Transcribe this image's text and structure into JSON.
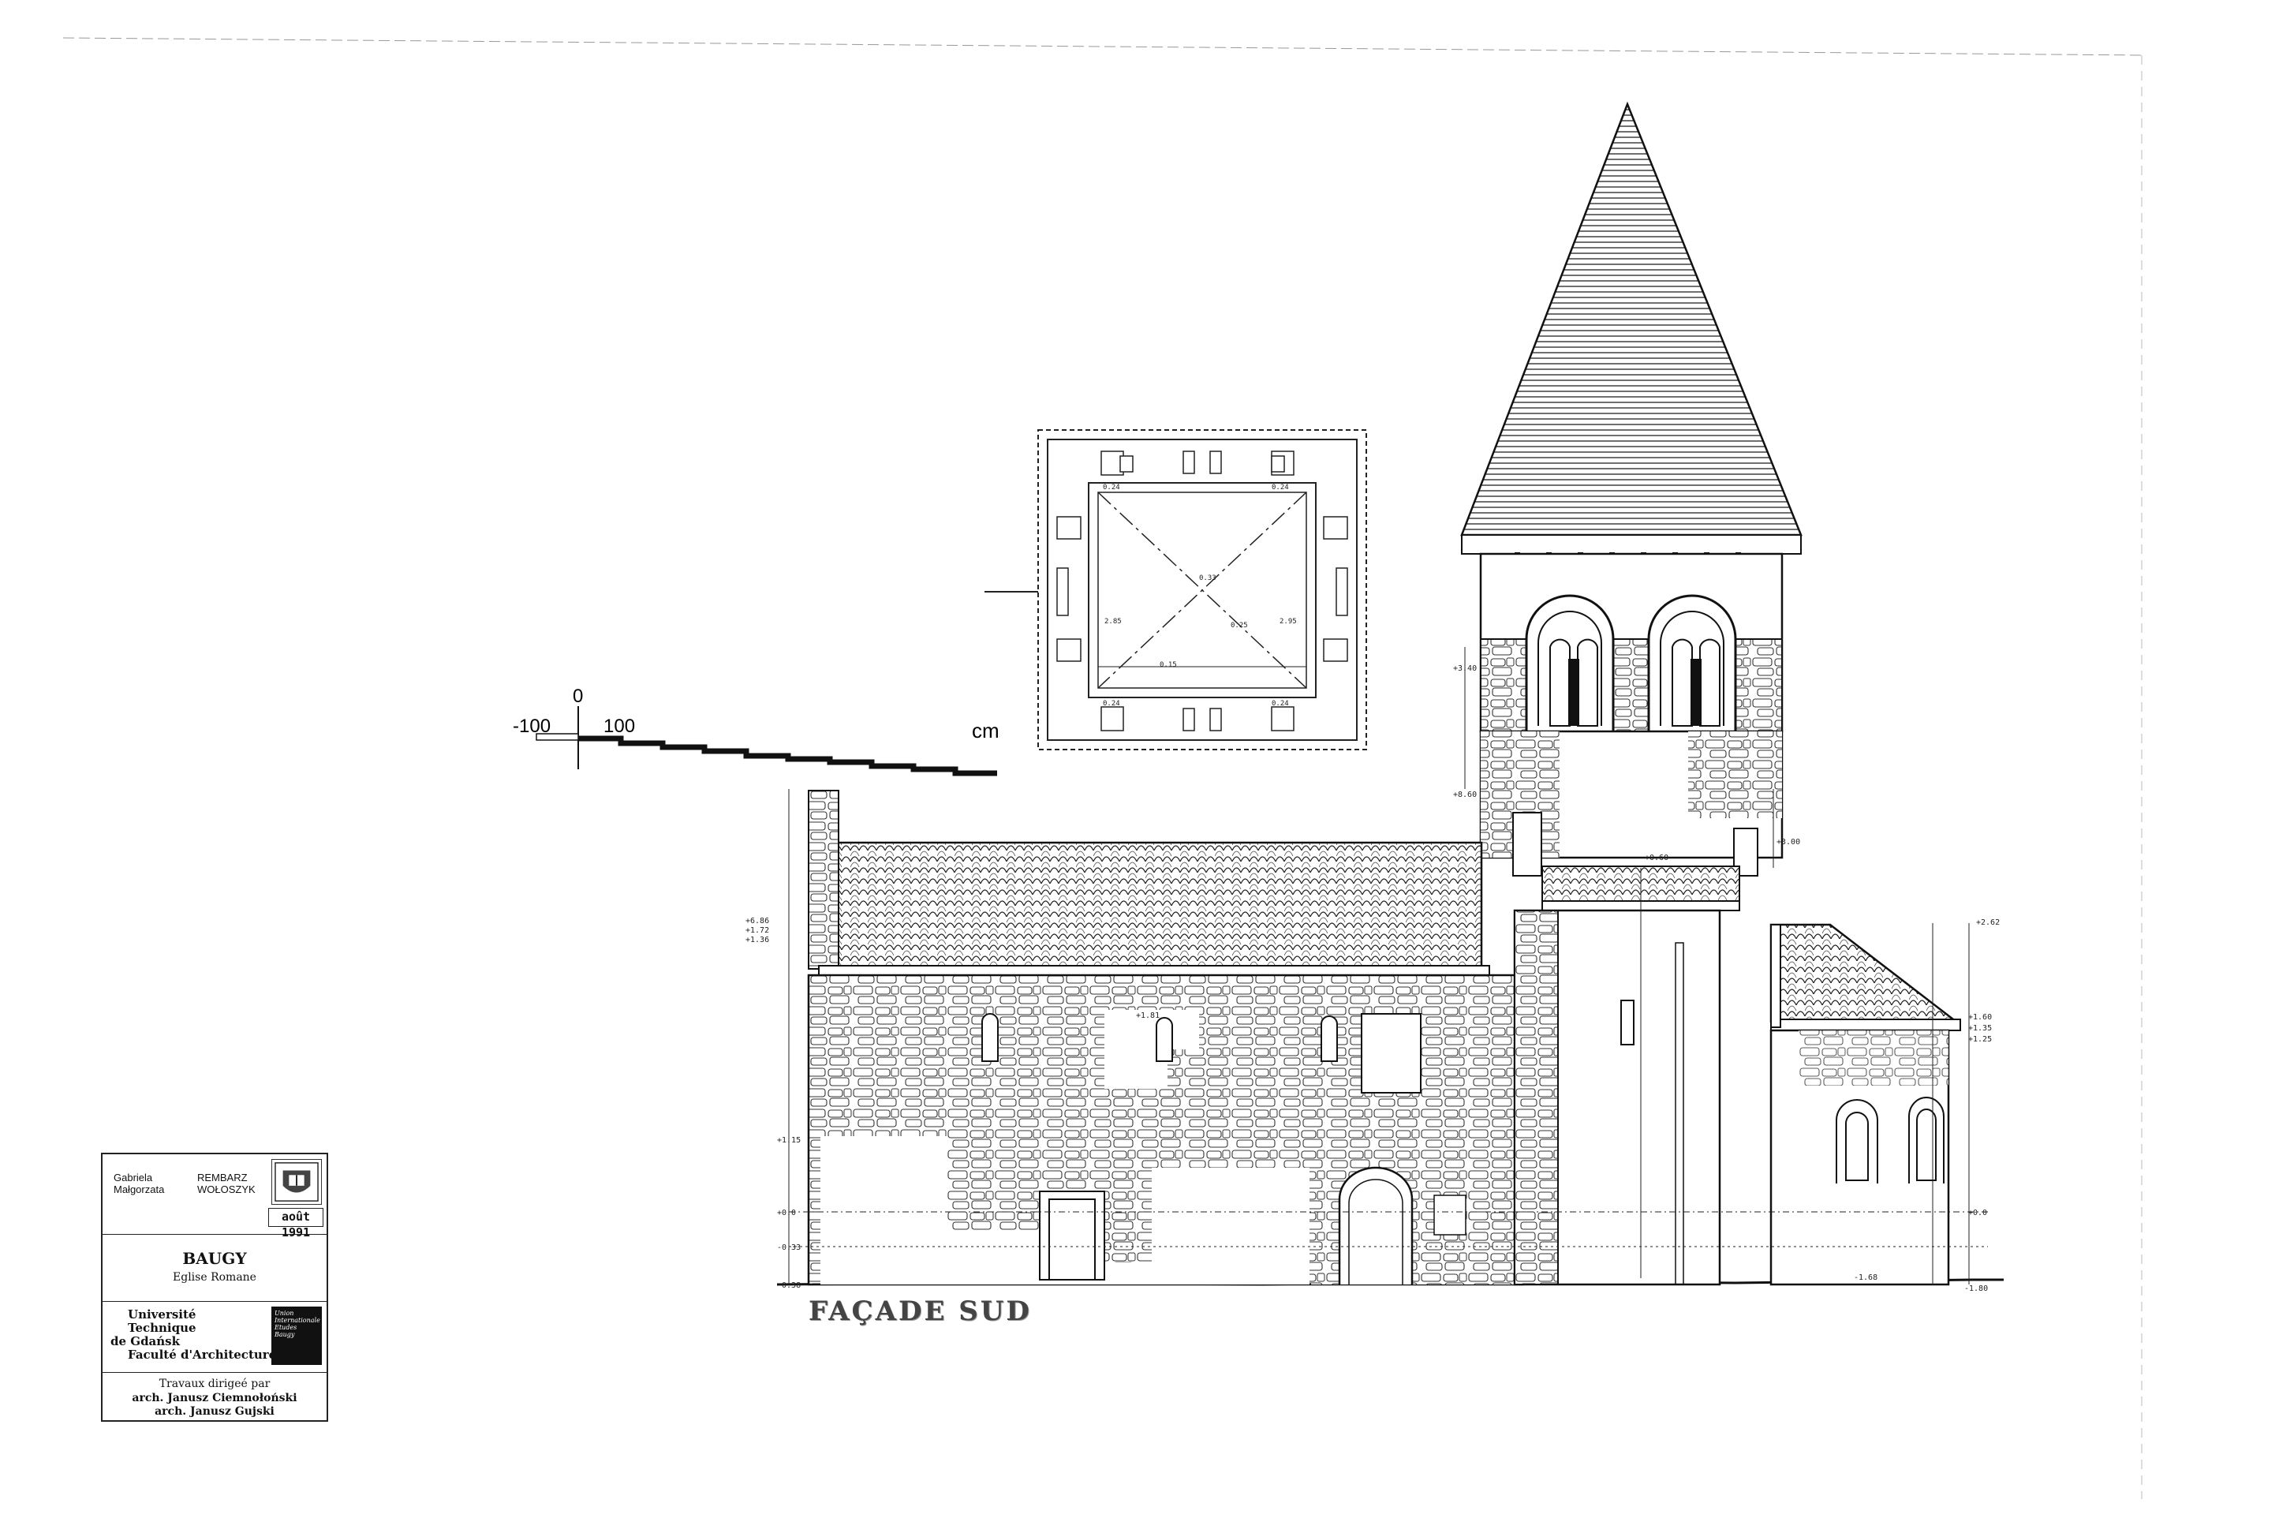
{
  "scale_bar": {
    "label_zero": "0",
    "label_neg": "-100",
    "label_pos": "100",
    "unit": "cm"
  },
  "plan_labels": [
    "0.24",
    "0.24",
    "0.24",
    "0.24",
    "2.85",
    "2.95",
    "0.33",
    "0.25",
    "0.15"
  ],
  "levels": {
    "left": [
      "+6.86",
      "+1.72",
      "+1.36",
      "+1.81",
      "+1.15",
      "+0.0",
      "-0.33",
      "-0.38"
    ],
    "tower": [
      "+3.40",
      "+8.60",
      "+0.60",
      "+3.00"
    ],
    "right": [
      "+2.62",
      "+1.60",
      "+1.35",
      "+1.25",
      "+0.0",
      "-1.68",
      "-1.80"
    ]
  },
  "facade_title": "FAÇADE SUD",
  "cartouche": {
    "author1_first": "Gabriela",
    "author2_first": "Małgorzata",
    "author1_last": "REMBARZ",
    "author2_last": "WOŁOSZYK",
    "date": "août 1991",
    "project": "BAUGY",
    "project_sub": "Eglise Romane",
    "school": [
      "Université",
      "Technique",
      "de Gdańsk",
      "Faculté d'Architecture"
    ],
    "supervision_heading": "Travaux dirigeé par",
    "supervisors": [
      "arch. Janusz Ciemnołoński",
      "arch. Janusz Gujski"
    ],
    "school_logo_text": "Union Internationale Etudes Baugy"
  }
}
